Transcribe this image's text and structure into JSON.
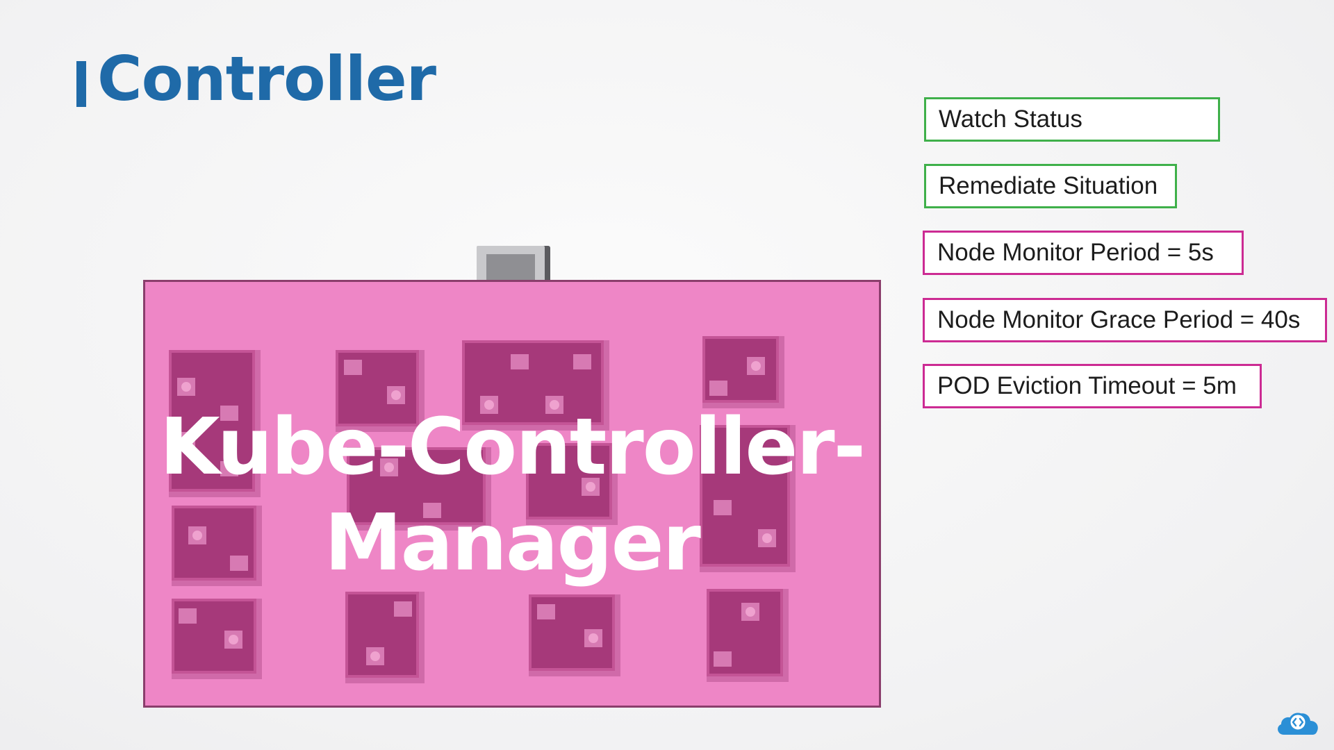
{
  "title": "Controller",
  "diagram": {
    "component_label": "Kube-Controller-Manager"
  },
  "settings": [
    {
      "label": "Watch Status"
    },
    {
      "label": "Remediate Situation"
    },
    {
      "label": "Node Monitor Period = 5s"
    },
    {
      "label": "Node Monitor Grace Period = 40s"
    },
    {
      "label": "POD Eviction Timeout = 5m"
    }
  ],
  "colors": {
    "title": "#1f6aa8",
    "controller_box": "#ee86c6",
    "pod": "#a6397a",
    "action_border": "#3fb04a",
    "config_border": "#cc2b93"
  },
  "icons": {
    "brand": "cloud-code-logo-icon"
  }
}
